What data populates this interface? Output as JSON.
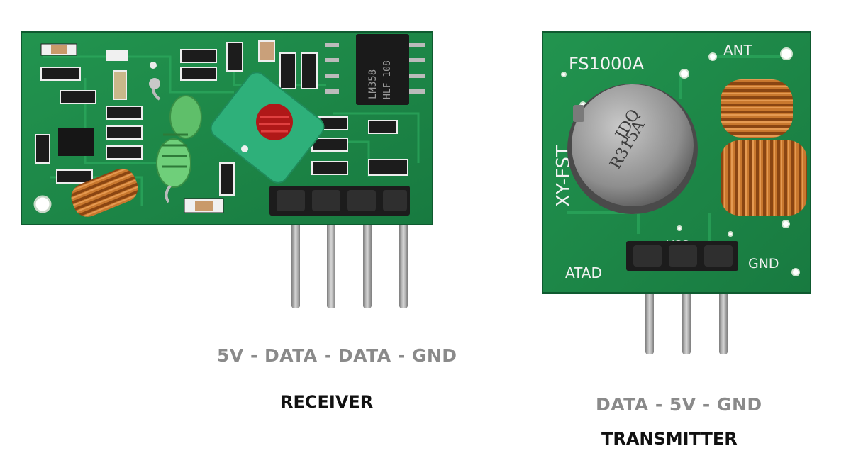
{
  "receiver": {
    "title": "RECEIVER",
    "pins": "5V - DATA - DATA - GND",
    "chip_marking": [
      "LM358",
      "HLF 108"
    ]
  },
  "transmitter": {
    "title": "TRANSMITTER",
    "pins": "DATA - 5V - GND",
    "silkscreen": {
      "model": "FS1000A",
      "ant": "ANT",
      "brand": "XY-FST",
      "data_pin": "ATAD",
      "vcc_pin": "VCC",
      "gnd_pin": "GND"
    },
    "can_marking": [
      "JDQ",
      "R315A"
    ]
  },
  "colors": {
    "pcb": "#1f8a4c",
    "pcb_dark": "#15693a",
    "copper_coil": "#b5651d",
    "pin_metal": "#a9a9a9",
    "header_plastic": "#1c1c1c"
  }
}
